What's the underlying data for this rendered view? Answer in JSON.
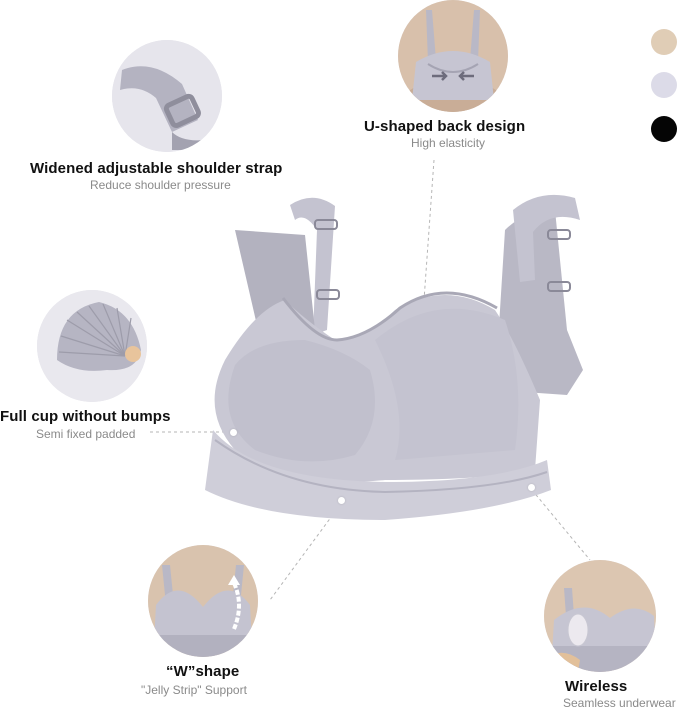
{
  "features": {
    "back": {
      "title": "U-shaped back design",
      "subtitle": "High elasticity"
    },
    "strap": {
      "title": "Widened adjustable shoulder strap",
      "subtitle": "Reduce shoulder pressure"
    },
    "cup": {
      "title": "Full cup without bumps",
      "subtitle": "Semi fixed padded"
    },
    "wshape": {
      "title": "“W”shape",
      "subtitle": "\"Jelly Strip\" Support"
    },
    "wireless": {
      "title": "Wireless",
      "subtitle": "Seamless underwear"
    }
  },
  "color_options": [
    "#e0cdb6",
    "#dcdbe8",
    "#050505"
  ],
  "colors": {
    "product": "#c9c8d4",
    "product_shadow": "#a9a8b6",
    "product_light": "#dcdbe4",
    "leader": "#b5b5b5"
  },
  "icons": {
    "compress_arrows": "arrows-inward-icon",
    "lift_arrow": "curved-up-arrow-icon"
  }
}
